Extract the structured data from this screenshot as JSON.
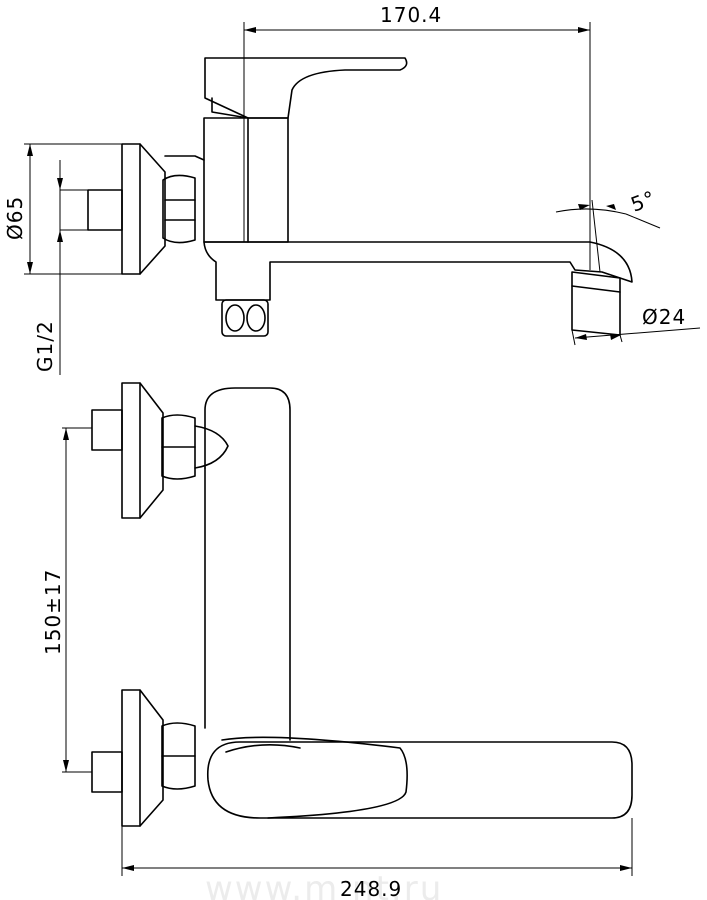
{
  "dimensions": {
    "top_length": "170.4",
    "flange_diameter": "Ø65",
    "thread": "G1/2",
    "angle": "5°",
    "aerator_diameter": "Ø24",
    "centers": "150±17",
    "total_length": "248.9"
  },
  "watermark": "www.m   nt.ru"
}
